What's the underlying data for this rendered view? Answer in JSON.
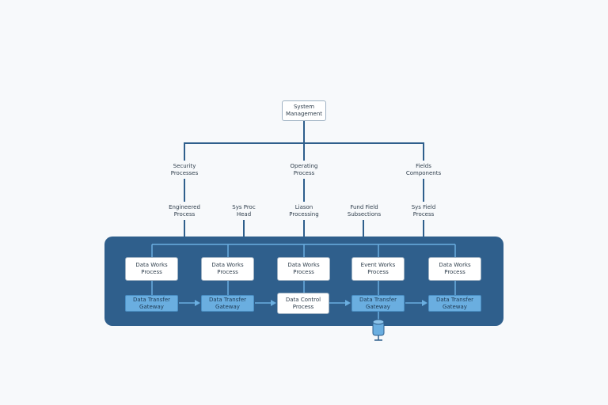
{
  "colors": {
    "background": "#f7f9fb",
    "panel": "#2f5f8c",
    "connector": "#2f5f8c",
    "card": "#ffffff",
    "blue_box": "#6aaee0",
    "arrow": "#6aaee0"
  },
  "root": {
    "line1": "System",
    "line2": "Management"
  },
  "level2": [
    {
      "line1": "Security",
      "line2": "Processes"
    },
    {
      "line1": "Operating",
      "line2": "Process"
    },
    {
      "line1": "Fields",
      "line2": "Components"
    }
  ],
  "level3": [
    {
      "line1": "Engineered",
      "line2": "Process"
    },
    {
      "line1": "Sys Proc",
      "line2": "Head"
    },
    {
      "line1": "Liason",
      "line2": "Processing"
    },
    {
      "line1": "Fund Field",
      "line2": "Subsections"
    },
    {
      "line1": "Sys Field",
      "line2": "Process"
    }
  ],
  "panel_top": [
    {
      "line1": "Data Works",
      "line2": "Process"
    },
    {
      "line1": "Data Works",
      "line2": "Process"
    },
    {
      "line1": "Data Works",
      "line2": "Process"
    },
    {
      "line1": "Event Works",
      "line2": "Process"
    },
    {
      "line1": "Data Works",
      "line2": "Process"
    }
  ],
  "panel_bottom": [
    {
      "line1": "Data Transfer",
      "line2": "Gateway",
      "style": "blue"
    },
    {
      "line1": "Data Transfer",
      "line2": "Gateway",
      "style": "blue"
    },
    {
      "line1": "Data Control",
      "line2": "Process",
      "style": "white"
    },
    {
      "line1": "Data Transfer",
      "line2": "Gateway",
      "style": "blue"
    },
    {
      "line1": "Data Transfer",
      "line2": "Gateway",
      "style": "blue"
    }
  ],
  "icons": {
    "database": "database-icon"
  }
}
